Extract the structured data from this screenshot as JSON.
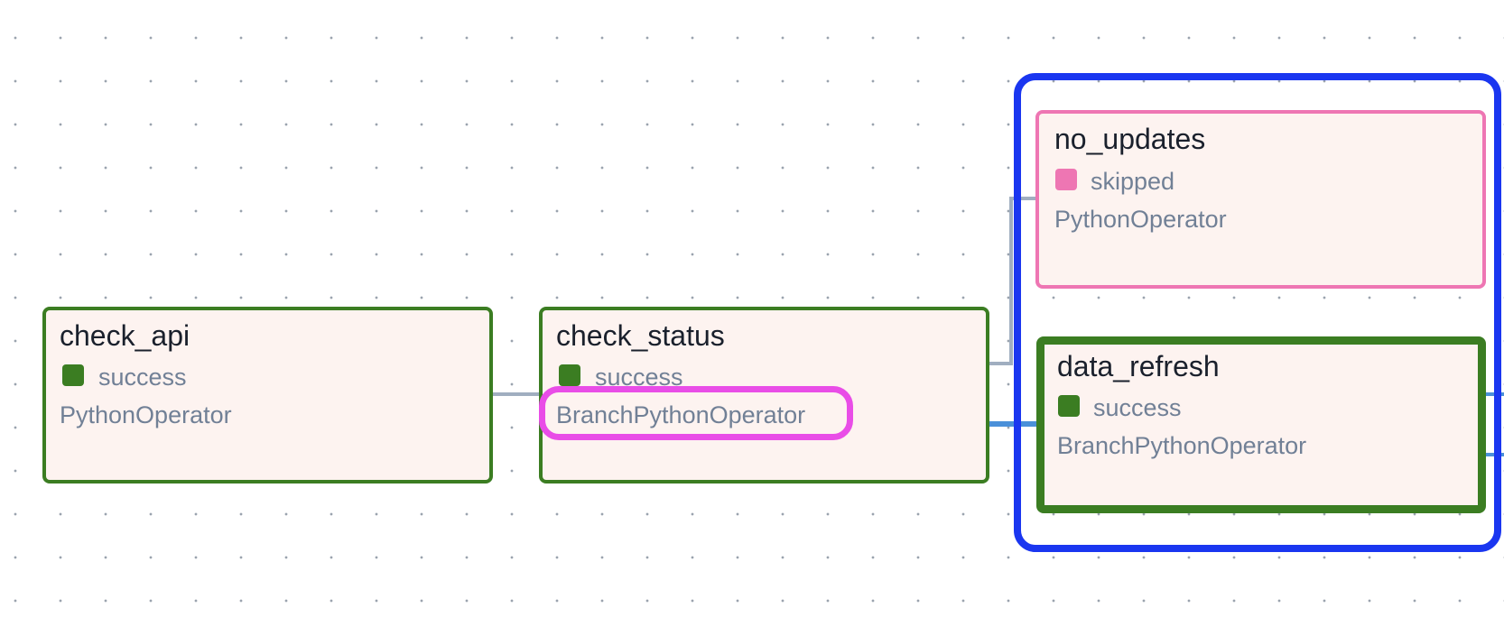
{
  "colors": {
    "success": "#3b7d22",
    "skipped": "#ee76b3",
    "node_fill": "#fdf3f0",
    "edge_gray": "#a0aec0",
    "edge_blue": "#4a90d9",
    "group_highlight": "#1a36f0",
    "operator_highlight": "#e94de7"
  },
  "nodes": {
    "check_api": {
      "title": "check_api",
      "state": "success",
      "state_icon": "square-status-icon",
      "operator": "PythonOperator"
    },
    "check_status": {
      "title": "check_status",
      "state": "success",
      "state_icon": "square-status-icon",
      "operator": "BranchPythonOperator"
    },
    "no_updates": {
      "title": "no_updates",
      "state": "skipped",
      "state_icon": "square-status-icon",
      "operator": "PythonOperator"
    },
    "data_refresh": {
      "title": "data_refresh",
      "state": "success",
      "state_icon": "square-status-icon",
      "operator": "BranchPythonOperator"
    }
  }
}
